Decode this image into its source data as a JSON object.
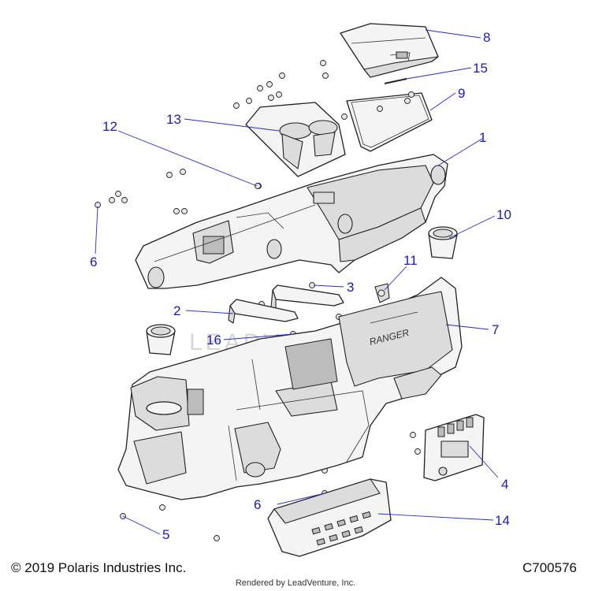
{
  "callouts": [
    "1",
    "2",
    "3",
    "4",
    "5",
    "6",
    "6",
    "7",
    "8",
    "9",
    "10",
    "11",
    "12",
    "13",
    "14",
    "15",
    "16"
  ],
  "copyright": "© 2019 Polaris Industries Inc.",
  "drawing_number": "C700576",
  "rendered_by": "Rendered by LeadVenture, Inc.",
  "watermark": "LEADVENTURE",
  "dash_emblem": "RANGER"
}
